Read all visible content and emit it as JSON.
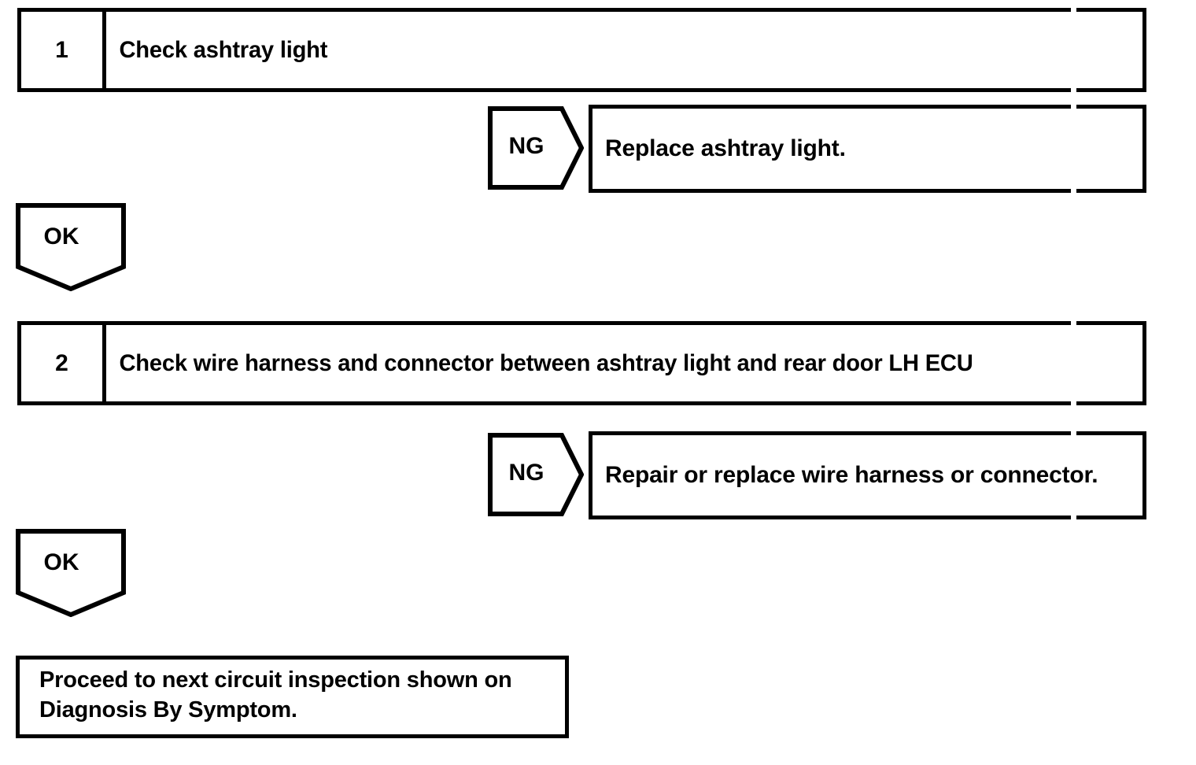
{
  "document": {
    "type": "troubleshooting-flowchart",
    "title": "Circuit Inspection Flowchart"
  },
  "steps": [
    {
      "number": "1",
      "instruction": "Check ashtray light",
      "branch_ng": {
        "label": "NG",
        "action": "Replace ashtray light."
      },
      "branch_ok": {
        "label": "OK"
      }
    },
    {
      "number": "2",
      "instruction": "Check wire harness and connector between ashtray light and rear door LH ECU",
      "branch_ng": {
        "label": "NG",
        "action": "Repair or replace wire harness or connector."
      },
      "branch_ok": {
        "label": "OK"
      }
    }
  ],
  "terminal": {
    "line1": "Proceed to next circuit inspection shown on",
    "line2": "Diagnosis By Symptom."
  },
  "colors": {
    "ink": "#000000",
    "paper": "#ffffff"
  }
}
